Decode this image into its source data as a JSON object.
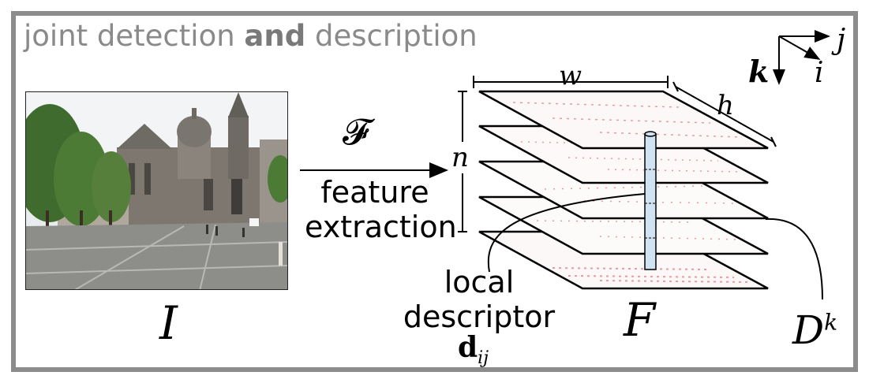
{
  "title": {
    "prefix": "joint detection ",
    "bold": "and",
    "suffix": " description"
  },
  "input_image": {
    "symbol": "I"
  },
  "operator": {
    "symbol": "𝓕",
    "caption_line1": "feature",
    "caption_line2": "extraction"
  },
  "feature_map": {
    "symbol": "F",
    "width_label": "w",
    "height_label": "h",
    "channels_label": "n"
  },
  "descriptor": {
    "line1": "local",
    "line2": "descriptor",
    "symbol": "d",
    "subscript": "ij"
  },
  "detection": {
    "symbol": "D",
    "superscript": "k"
  },
  "axes": {
    "k": "k",
    "i": "i",
    "j": "j"
  },
  "colors": {
    "frame": "#8c8c8c",
    "title": "#8a8a8a",
    "column": "#cfe3f3",
    "heat": "#e79aa0"
  }
}
